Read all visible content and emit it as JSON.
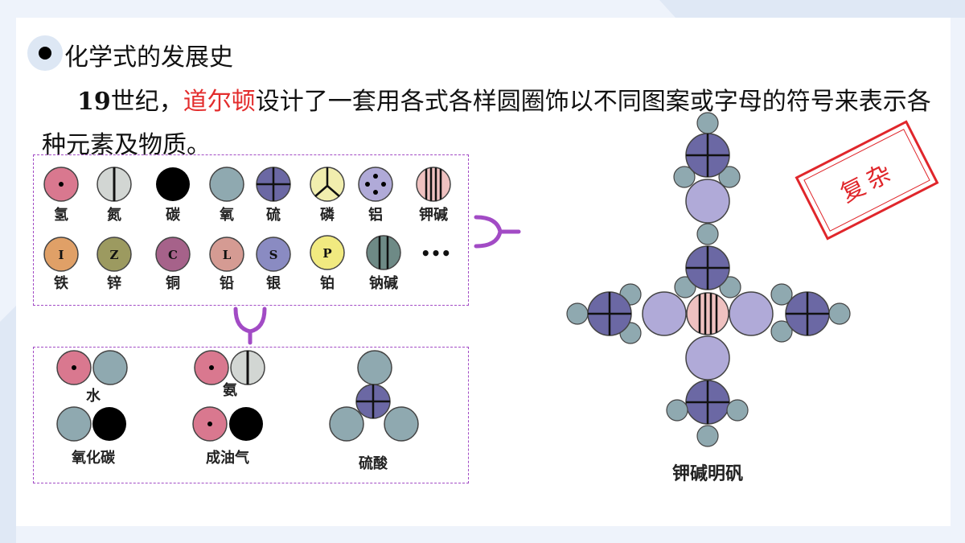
{
  "title": "化学式的发展史",
  "paragraph": {
    "year": "19",
    "part1": "世纪，",
    "scientist": "道尔顿",
    "part2": "设计了一套用各式各样圆圈饰以不同图案或字母的符号来表示各种元素及物质。"
  },
  "elements_row1": [
    "氢",
    "氮",
    "碳",
    "氧",
    "硫",
    "磷",
    "铝",
    "钾碱"
  ],
  "elements_row2": [
    "铁",
    "锌",
    "铜",
    "铅",
    "银",
    "铂",
    "钠碱"
  ],
  "element_letters": {
    "iron": "I",
    "zinc": "Z",
    "copper": "C",
    "lead": "L",
    "silver": "S",
    "platinum": "P"
  },
  "ellipsis": "•••",
  "compounds": [
    "水",
    "氨",
    "氧化碳",
    "成油气",
    "硫酸"
  ],
  "alum_label": "钾碱明矾",
  "stamp": "复杂",
  "colors": {
    "hydrogen": "#d9788f",
    "nitrogen": "#d2d6d3",
    "oxygen": "#8fa9b0",
    "sulfur": "#6b68a4",
    "phosphorus": "#f1eeae",
    "aluminum": "#b0aad8",
    "potash": "#efc1c0",
    "iron": "#e0a067",
    "zinc": "#9c9a60",
    "copper": "#a6628a",
    "lead": "#d59b93",
    "silver": "#8a8bc2",
    "platinum": "#f1ea80",
    "soda": "#6e8a86",
    "accent_purple": "#a24bc5",
    "stamp_red": "#e0262b",
    "highlight_red": "#e32d2d"
  }
}
